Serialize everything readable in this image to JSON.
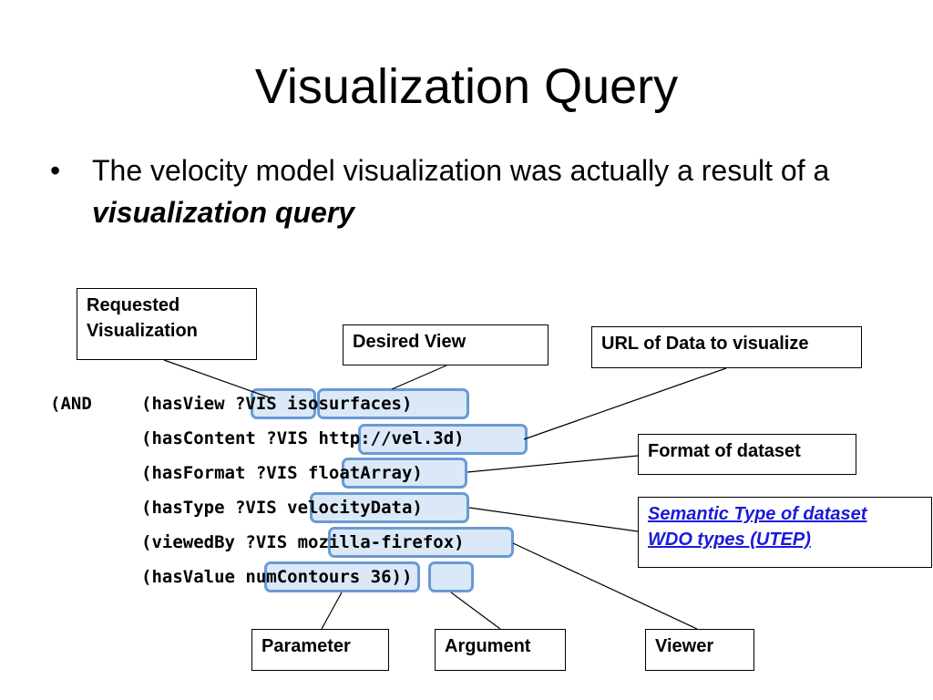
{
  "slide": {
    "title": "Visualization Query",
    "bullet": {
      "marker": "•",
      "text_before": "The velocity model visualization was actually a result of a ",
      "text_emphasis": "visualization query"
    }
  },
  "labels": {
    "requested_visualization": "Requested Visualization",
    "desired_view": "Desired View",
    "url_of_data": "URL of Data to visualize",
    "format_of_dataset": "Format of dataset",
    "semantic_type_line1": "Semantic Type of dataset",
    "semantic_type_line2": "WDO types (UTEP)",
    "parameter": "Parameter",
    "argument": "Argument",
    "viewer": "Viewer"
  },
  "query": {
    "line0_prefix": "(AND",
    "line1": "(hasView ?VIS isosurfaces)",
    "line2": "(hasContent ?VIS http://vel.3d)",
    "line3": "(hasFormat ?VIS floatArray)",
    "line4": "(hasType ?VIS velocityData)",
    "line5": "(viewedBy ?VIS mozilla-firefox)",
    "line6": "(hasValue numContours 36))"
  },
  "colors": {
    "highlight_border": "#6a9ad4",
    "highlight_fill": "#bcd6f0",
    "link": "#1a1adb"
  }
}
